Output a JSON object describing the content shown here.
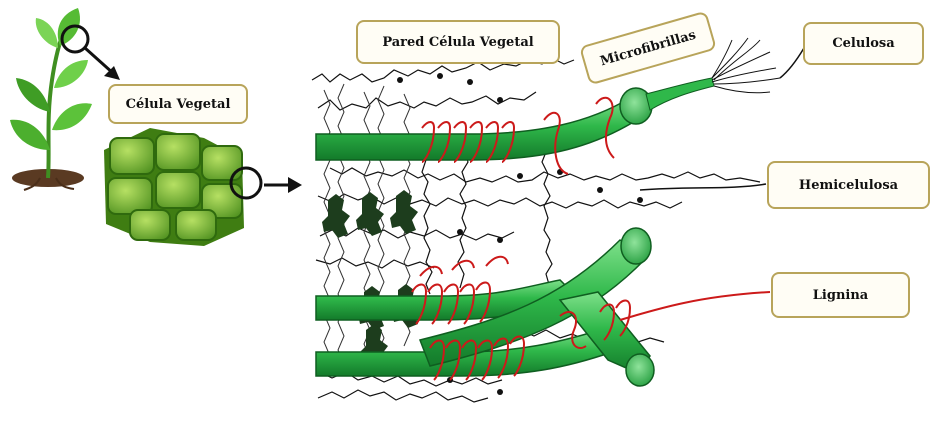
{
  "labels": {
    "cell": "Célula Vegetal",
    "wall": "Pared Célula Vegetal",
    "microfibrils": "Microfibrillas",
    "cellulose": "Celulosa",
    "hemicellulose": "Hemicelulosa",
    "lignin": "Lignina"
  },
  "colors": {
    "fiber_green": "#2fb84a",
    "fiber_dark": "#137a2a",
    "lignin_red": "#cc1a1a",
    "plant_leaf": "#4caf2e",
    "cell_green": "#6aa82a",
    "box_border": "#b8a45a"
  }
}
